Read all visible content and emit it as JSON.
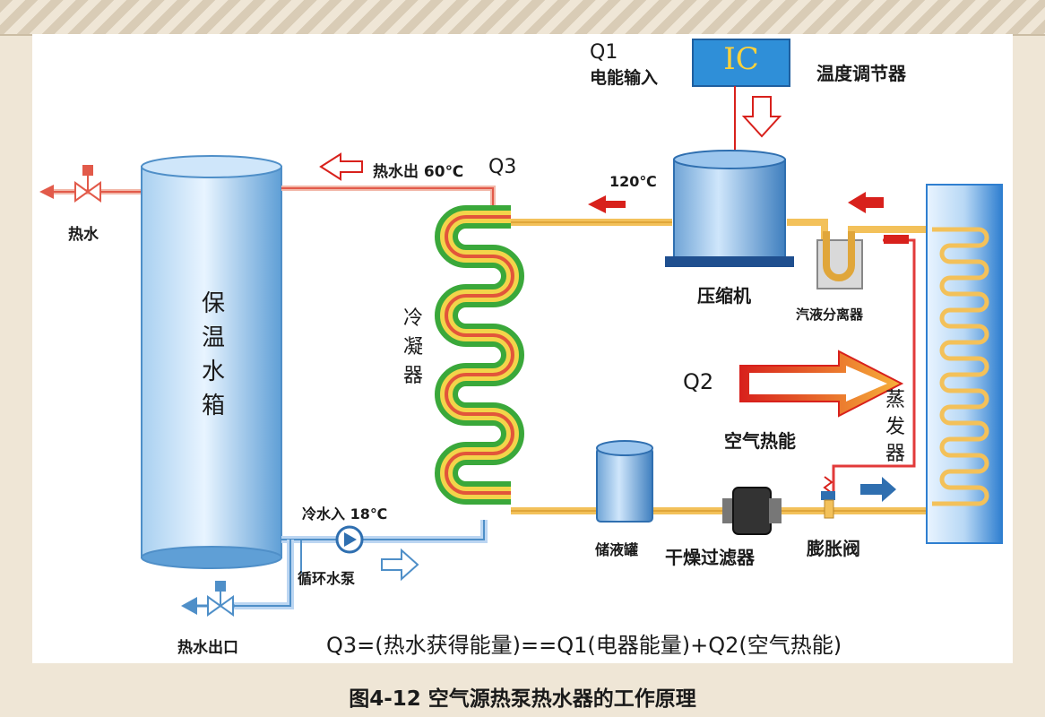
{
  "labels": {
    "q1": "Q1",
    "power_input": "电能输入",
    "ic": "IC",
    "thermostat": "温度调节器",
    "hot_water_out_temp": "热水出 60℃",
    "q3": "Q3",
    "temp_120": "120℃",
    "hot_water": "热水",
    "tank": [
      "保",
      "温",
      "水",
      "箱"
    ],
    "condenser": [
      "冷",
      "凝",
      "器"
    ],
    "compressor": "压缩机",
    "separator": "汽液分离器",
    "q2": "Q2",
    "air_heat": "空气热能",
    "evaporator": [
      "蒸",
      "发",
      "器"
    ],
    "cold_water_in": "冷水入 18℃",
    "circ_pump": "循环水泵",
    "receiver": "储液罐",
    "filter_dryer": "干燥过滤器",
    "expansion_valve": "膨胀阀",
    "hot_water_outlet": "热水出口",
    "equation": "Q3=(热水获得能量)==Q1(电器能量)+Q2(空气热能)"
  },
  "caption": "图4-12 空气源热泵热水器的工作原理",
  "colors": {
    "pipe_gold": "#e0a63a",
    "pipe_red": "#e23a3a",
    "water_pipe_blue": "#8fb7e3",
    "tank_blue": "#7fb3e0",
    "coil_green": "#3aa83a",
    "arrow_red": "#d8211c",
    "arrow_orange": "#f39a1e",
    "evaporator_blue": "#3f8fd8"
  }
}
